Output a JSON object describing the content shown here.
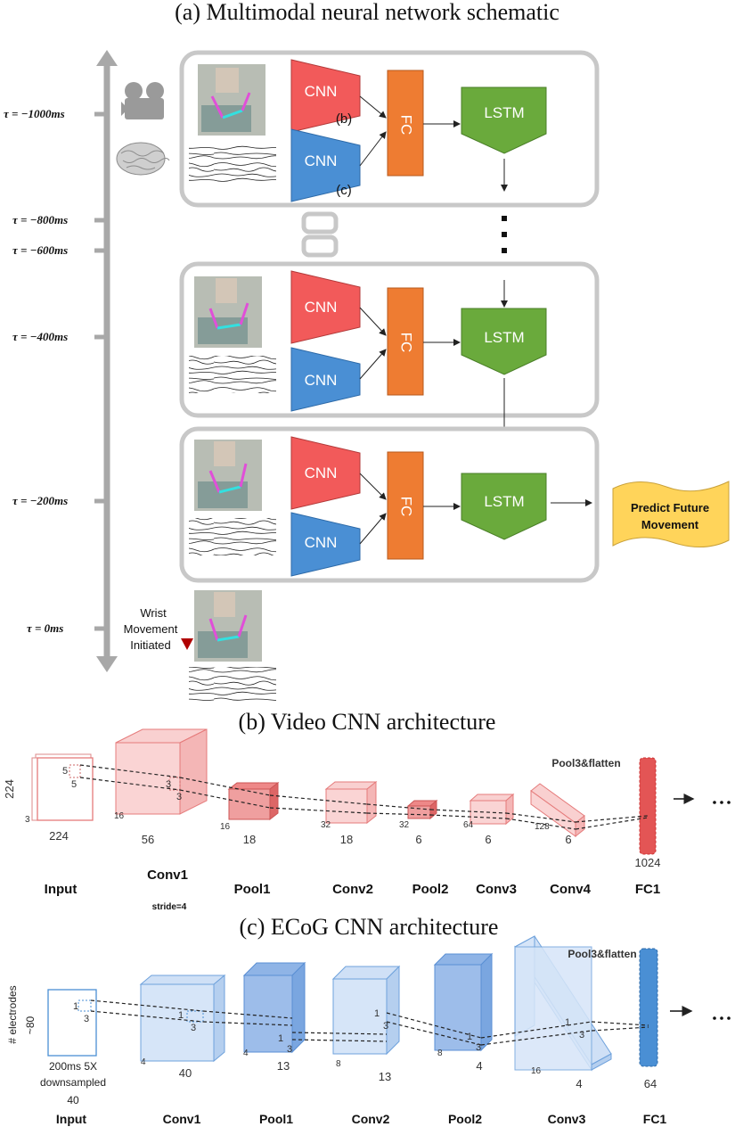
{
  "titles": {
    "a": "(a) Multimodal neural network schematic",
    "b": "(b) Video CNN architecture",
    "c": "(c) ECoG CNN architecture"
  },
  "timeline": {
    "labels": [
      "τ = −1000ms",
      "τ = −800ms",
      "τ = −600ms",
      "τ = −400ms",
      "τ = −200ms",
      "τ = 0ms"
    ],
    "wrist_note": [
      "Wrist",
      "Movement",
      "Initiated"
    ]
  },
  "blocks": {
    "cnn": "CNN",
    "fc": "FC",
    "lstm": "LSTM",
    "ref_b": "(b)",
    "ref_c": "(c)",
    "ellipsis": "⋮"
  },
  "predict": [
    "Predict Future",
    "Movement"
  ],
  "icons": [
    "camera-icon",
    "brain-icon"
  ],
  "colors": {
    "cnn_video": "#f25a5a",
    "cnn_ecog": "#4a8fd4",
    "fc": "#ee7c32",
    "lstm": "#6aaa3c",
    "predict": "#ffd45a",
    "frame": "#c8c8c8",
    "axis": "#a8a8a8"
  },
  "video_cnn": {
    "layers": [
      "Input",
      "Conv1",
      "Pool1",
      "Conv2",
      "Pool2",
      "Conv3",
      "Conv4",
      "FC1"
    ],
    "stride": "stride=4",
    "pool_note": "Pool3&flatten",
    "dims": {
      "input": [
        "224",
        "224",
        "3"
      ],
      "conv1": [
        "56",
        "16"
      ],
      "pool1": [
        "18",
        "16"
      ],
      "conv2": [
        "18",
        "32"
      ],
      "pool2": [
        "6",
        "32"
      ],
      "conv3": [
        "6",
        "64"
      ],
      "conv4": [
        "6",
        "128"
      ],
      "fc1": "1024"
    },
    "kernel": [
      "5",
      "5",
      "3",
      "3"
    ]
  },
  "ecog_cnn": {
    "layers": [
      "Input",
      "Conv1",
      "Pool1",
      "Conv2",
      "Pool2",
      "Conv3",
      "FC1"
    ],
    "pool_note": "Pool3&flatten",
    "input_note": [
      "200ms 5X",
      "downsampled",
      "40"
    ],
    "y_label": [
      "# electrodes",
      "~80"
    ],
    "dims": {
      "conv1": [
        "40",
        "4"
      ],
      "pool1": [
        "13",
        "4"
      ],
      "conv2": [
        "13",
        "8"
      ],
      "pool2": [
        "4",
        "8"
      ],
      "conv3": [
        "4",
        "16"
      ],
      "fc1": "64"
    },
    "kernel": [
      "1",
      "3"
    ]
  },
  "trail": "→ …"
}
